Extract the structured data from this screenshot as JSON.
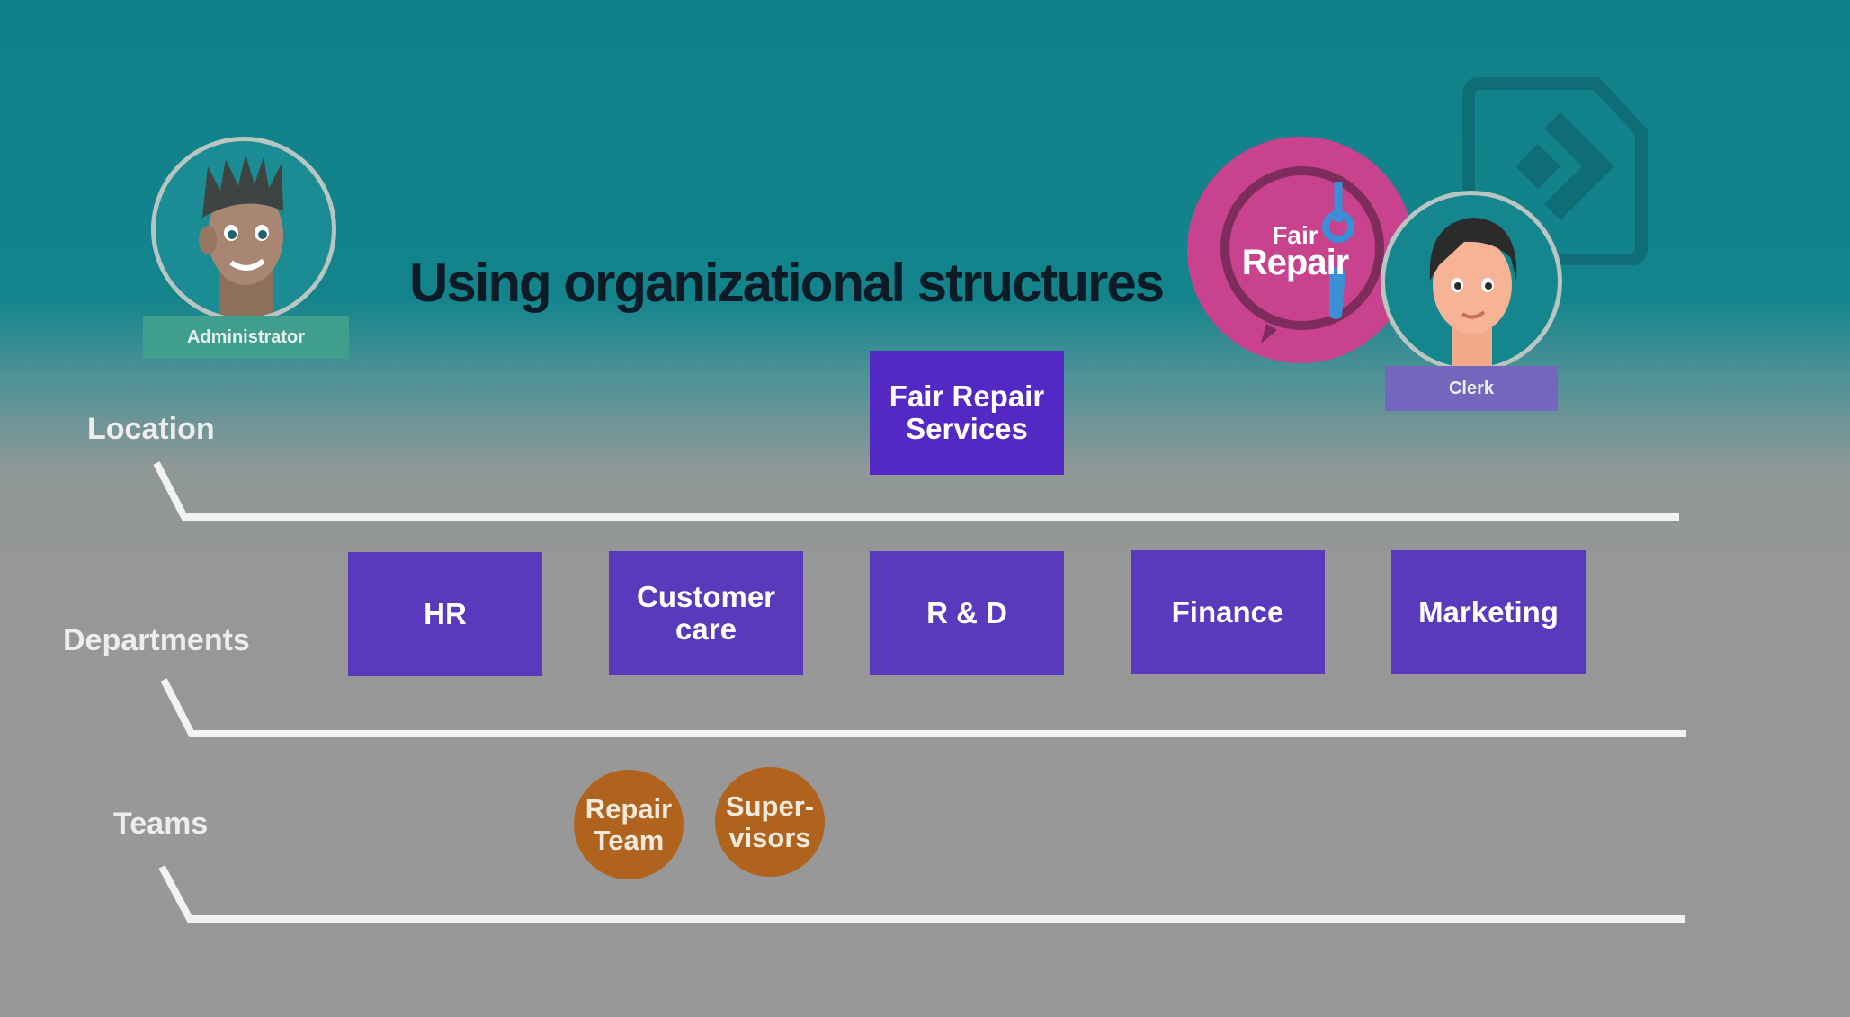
{
  "title": "Using organizational structures",
  "tiers": {
    "location_label": "Location",
    "departments_label": "Departments",
    "teams_label": "Teams"
  },
  "location_node": "Fair Repair\nServices",
  "departments": [
    "HR",
    "Customer\ncare",
    "R & D",
    "Finance",
    "Marketing"
  ],
  "teams": [
    "Repair\nTeam",
    "Super-\nvisors"
  ],
  "roles": {
    "administrator": "Administrator",
    "clerk": "Clerk"
  },
  "logo": {
    "line1": "Fair",
    "line2": "Repair"
  },
  "colors": {
    "box": "#5a39bd",
    "team": "#b0631d",
    "logo": "#c8428e",
    "clerk_badge": "#7466bd",
    "admin_badge": "#3f9f8c"
  }
}
